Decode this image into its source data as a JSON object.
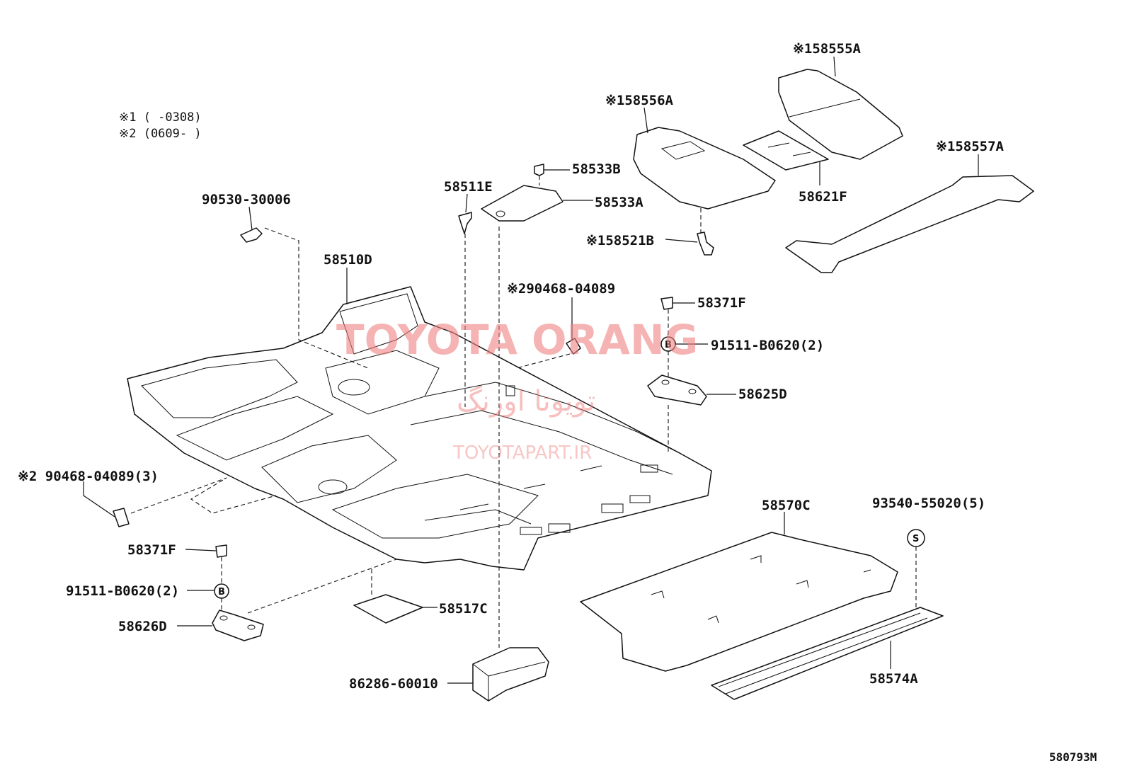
{
  "notes": {
    "note1": "※1 (      -0308)",
    "note2": "※2 (0609-      )"
  },
  "labels": {
    "p58555A": "※158555A",
    "p58556A": "※158556A",
    "p58557A": "※158557A",
    "p58621F": "58621F",
    "p58533B": "58533B",
    "p58533A": "58533A",
    "p58511E": "58511E",
    "p58521B": "※158521B",
    "p90530": "90530-30006",
    "p58510D": "58510D",
    "p90468_top": "※290468-04089",
    "p58371F_top": "58371F",
    "p91511_top": "91511-B0620(2)",
    "p58625D": "58625D",
    "p90468_left": "※2 90468-04089(3)",
    "p58371F_left": "58371F",
    "p91511_left": "91511-B0620(2)",
    "p58626D": "58626D",
    "p58517C": "58517C",
    "p86286": "86286-60010",
    "p58570C": "58570C",
    "p93540": "93540-55020(5)",
    "p58574A": "58574A"
  },
  "symbols": {
    "b": "B",
    "s": "S"
  },
  "reference": "580793M",
  "watermark": {
    "brand": "TOYOTA ORANG",
    "farsi": "تویوتا اورنگ",
    "url": "TOYOTAPART.IR"
  }
}
